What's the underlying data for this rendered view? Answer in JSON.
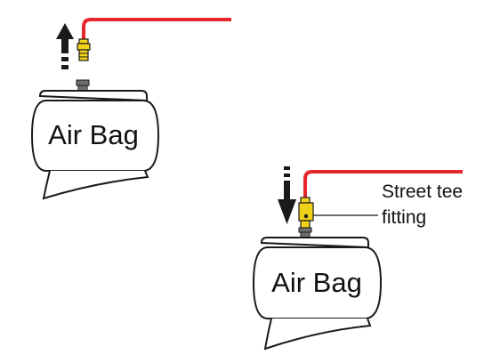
{
  "diagram": {
    "left_assembly": {
      "bag_label": "Air Bag",
      "flow_direction": "up"
    },
    "right_assembly": {
      "bag_label": "Air Bag",
      "flow_direction": "down",
      "callout": {
        "line1": "Street tee",
        "line2": "fitting"
      }
    }
  },
  "colors": {
    "air_line": "#e8262b",
    "fitting": "#f0d21a",
    "outline": "#1a1a1a",
    "valve_stem": "#6f6f6f",
    "text": "#111111"
  }
}
